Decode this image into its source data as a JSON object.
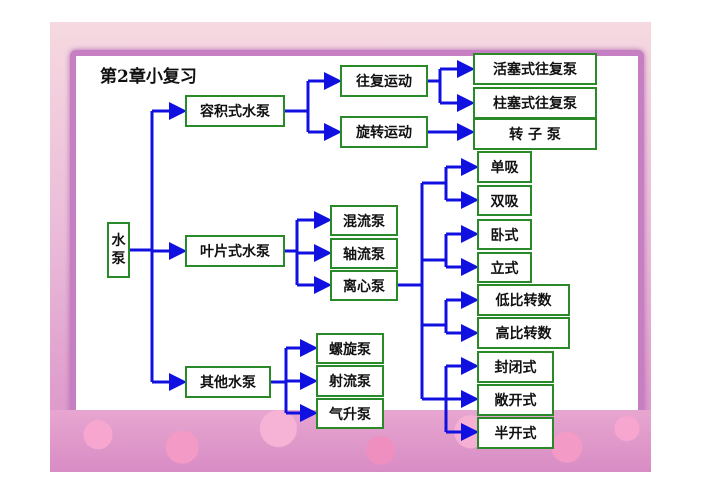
{
  "title": "第2章小复习",
  "root": "水泵",
  "level1": [
    "容积式水泵",
    "叶片式水泵",
    "其他水泵"
  ],
  "positive": {
    "motions": [
      "往复运动",
      "旋转运动"
    ],
    "reciprocating": [
      "活塞式往复泵",
      "柱塞式往复泵"
    ],
    "rotary": [
      "转 子 泵"
    ]
  },
  "vane": {
    "types": [
      "混流泵",
      "轴流泵",
      "离心泵"
    ],
    "centrifugal": [
      "单吸",
      "双吸",
      "卧式",
      "立式",
      "低比转数",
      "高比转数",
      "封闭式",
      "敞开式",
      "半开式"
    ]
  },
  "other": [
    "螺旋泵",
    "射流泵",
    "气升泵"
  ],
  "colors": {
    "line": "#1010e0",
    "border": "#2a8a2a"
  }
}
